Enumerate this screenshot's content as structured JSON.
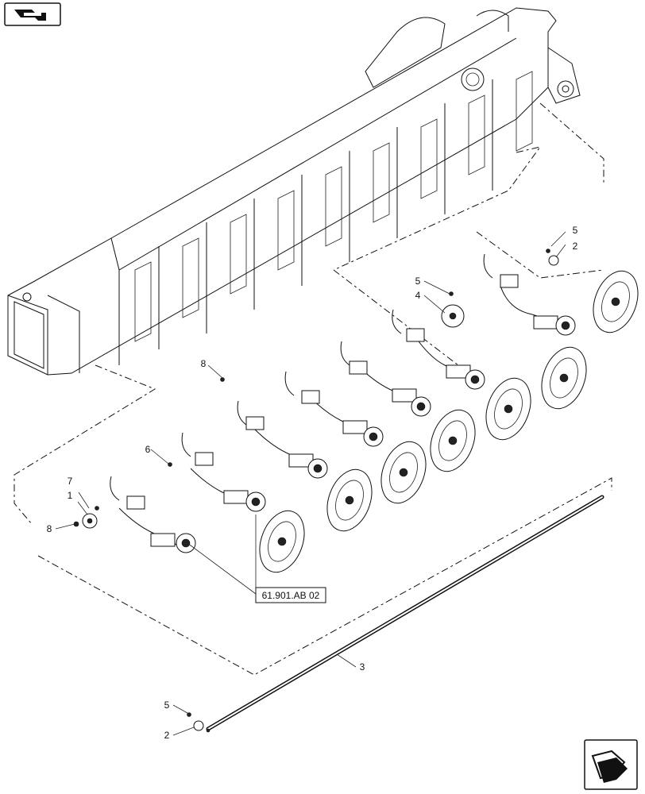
{
  "callouts": [
    {
      "id": "c1",
      "label": "1"
    },
    {
      "id": "c2a",
      "label": "2"
    },
    {
      "id": "c2b",
      "label": "2"
    },
    {
      "id": "c3",
      "label": "3"
    },
    {
      "id": "c4",
      "label": "4"
    },
    {
      "id": "c5a",
      "label": "5"
    },
    {
      "id": "c5b",
      "label": "5"
    },
    {
      "id": "c5c",
      "label": "5"
    },
    {
      "id": "c6",
      "label": "6"
    },
    {
      "id": "c7",
      "label": "7"
    },
    {
      "id": "c8a",
      "label": "8"
    },
    {
      "id": "c8b",
      "label": "8"
    }
  ],
  "reference": {
    "label": "61.901.AB 02"
  },
  "icons": {
    "top_left": "navigate-back-icon",
    "bottom_right": "navigate-next-icon"
  }
}
